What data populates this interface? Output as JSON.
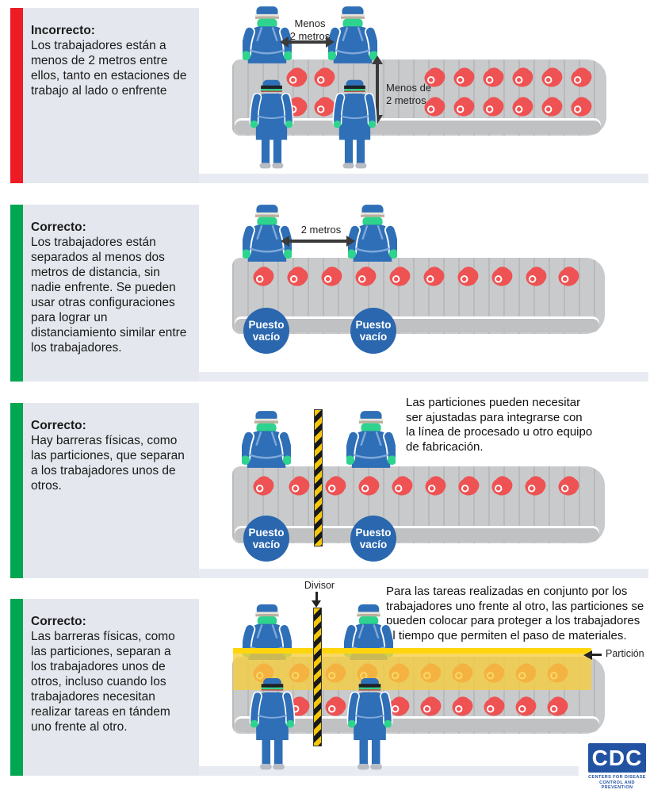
{
  "panels": [
    {
      "status": "incorrecto",
      "heading": "Incorrecto:",
      "body": "Los trabajadores están a\nmenos de 2 metros entre\nellos, tanto en estaciones de\ntrabajo al lado o enfrente"
    },
    {
      "status": "correcto",
      "heading": "Correcto:",
      "body": "Los trabajadores están\nseparados al menos dos\nmetros de distancia, sin\nnadie enfrente. Se pueden\nusar otras configuraciones\npara lograr un\ndistanciamiento similar entre\nlos trabajadores."
    },
    {
      "status": "correcto",
      "heading": "Correcto:",
      "body": "Hay barreras físicas, como\nlas particiones, que separan\na los trabajadores unos de\notros.",
      "note": "Las particiones pueden necesitar\nser ajustadas para integrarse con\nla línea de procesado u otro equipo\nde fabricación."
    },
    {
      "status": "correcto",
      "heading": "Correcto:",
      "body": "Las barreras físicas, como\nlas particiones, separan a\nlos trabajadores unos de\notros, incluso cuando los\ntrabajadores necesitan\nrealizar tareas en tándem\nuno frente al otro.",
      "note": "Para las tareas realizadas en conjunto por los\ntrabajadores uno frente al otro, las particiones se\npueden colocar para proteger a los trabajadores\nal tiempo que permiten el paso de materiales."
    }
  ],
  "labels": {
    "menos_2m_horizontal": "Menos\n2 metros",
    "menos_2m_vertical": "Menos de\n2 metros",
    "dos_metros": "2 metros",
    "puesto_vacio": "Puesto\nvacío",
    "divisor": "Divisor",
    "particion": "Partición"
  },
  "logo": {
    "acronym": "CDC",
    "caption": "CENTERS FOR DISEASE\nCONTROL AND PREVENTION"
  },
  "colors": {
    "incorrect_bar": "#ed1c24",
    "correct_bar": "#00a651",
    "card_background": "#e4e8ee",
    "worker_blue": "#2e6fb7",
    "glove_mask_green": "#2ed38e",
    "meat_red": "#ee5253",
    "partition_yellow": "#ffd60d",
    "station_circle_blue": "#2a67ae",
    "cdc_blue": "#2253a3"
  }
}
